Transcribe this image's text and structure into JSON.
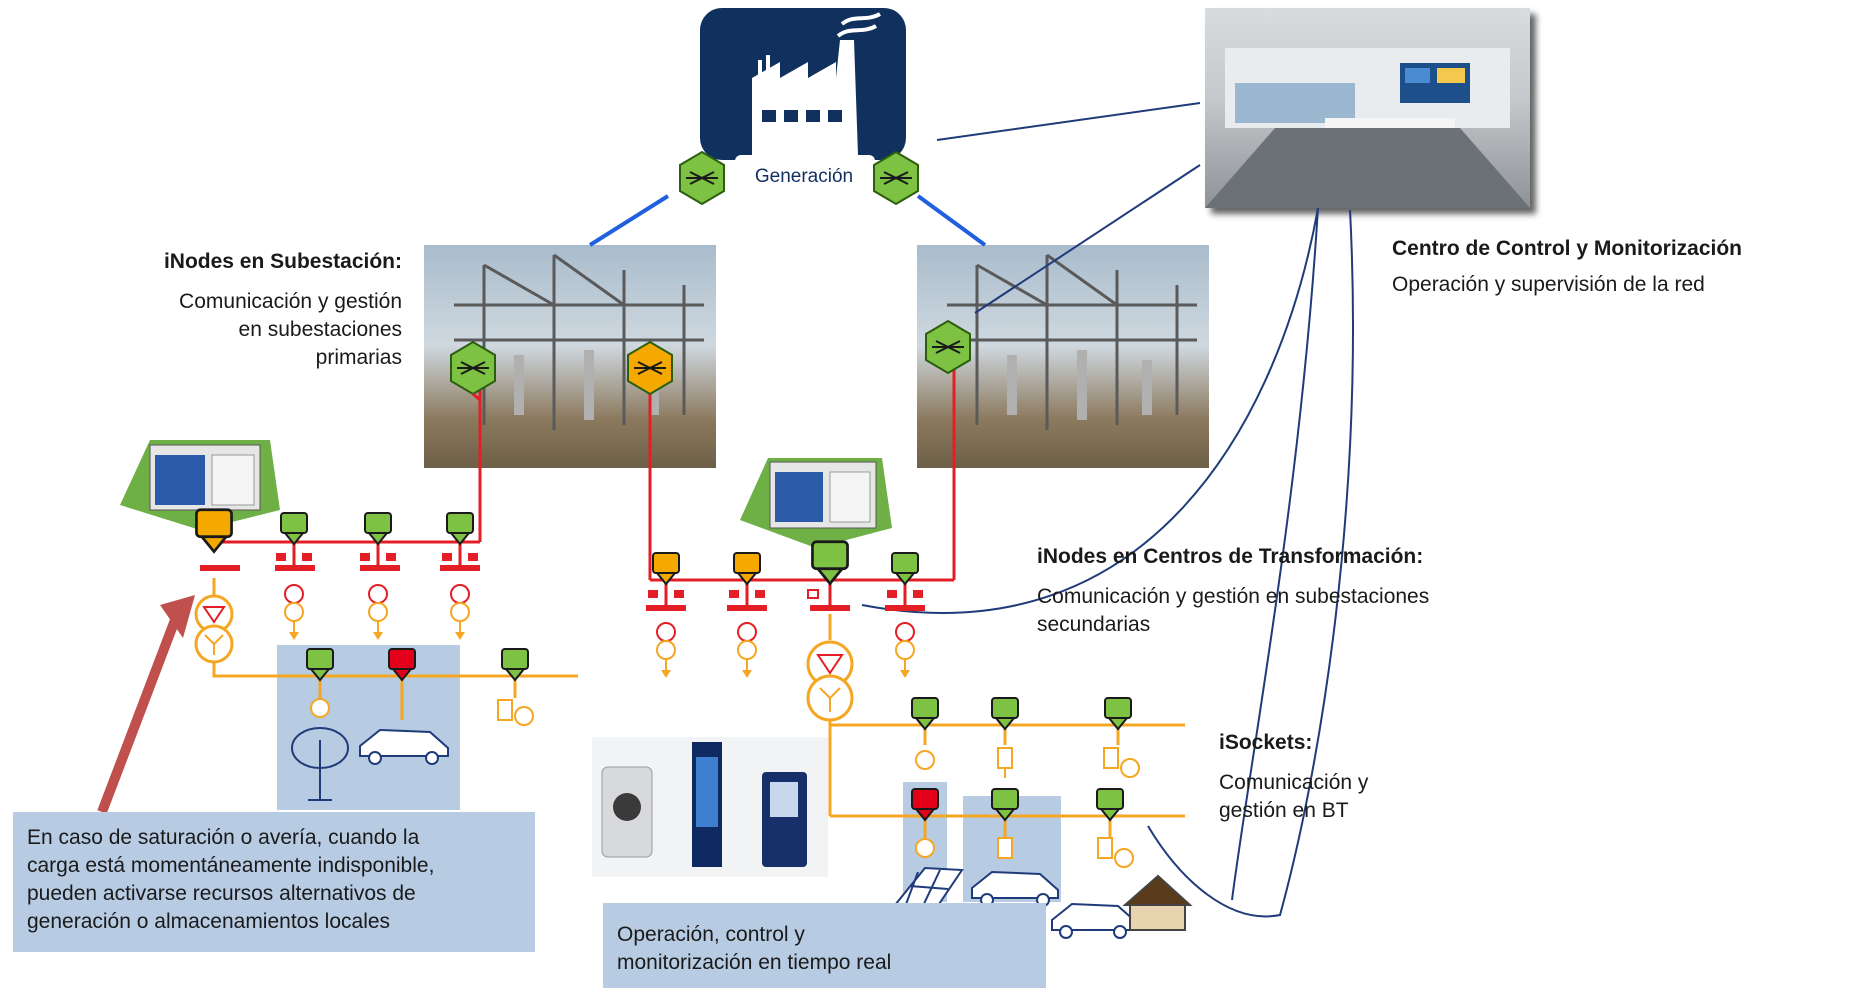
{
  "generation": {
    "label": "Generación"
  },
  "control_center": {
    "title": "Centro de Control y Monitorización",
    "subtitle": "Operación y supervisión de la red"
  },
  "substation": {
    "title": "iNodes en Subestación:",
    "lines": [
      "Comunicación y gestión",
      "en subestaciones",
      "primarias"
    ]
  },
  "transformation": {
    "title": "iNodes en Centros de Transformación:",
    "lines": [
      "Comunicación y gestión en subestaciones",
      "secundarias"
    ]
  },
  "isockets": {
    "title": "iSockets:",
    "lines": [
      "Comunicación y",
      "gestión en BT"
    ]
  },
  "callout_left": {
    "lines": [
      "En caso de saturación o avería, cuando la",
      "carga está momentáneamente indisponible,",
      "pueden activarse recursos alternativos de",
      "generación o almacenamientos locales"
    ]
  },
  "callout_bottom": {
    "lines": [
      "Operación, control y",
      "monitorización en tiempo real"
    ]
  },
  "colors": {
    "node_green": "#7dc242",
    "node_orange": "#f5a800",
    "node_red": "#e3001b",
    "bus_red": "#e31e24",
    "line_orange": "#f5a623",
    "line_blue": "#1f3b7a",
    "factory_navy": "#10305e",
    "highlight_blue": "#b7cbe3"
  }
}
